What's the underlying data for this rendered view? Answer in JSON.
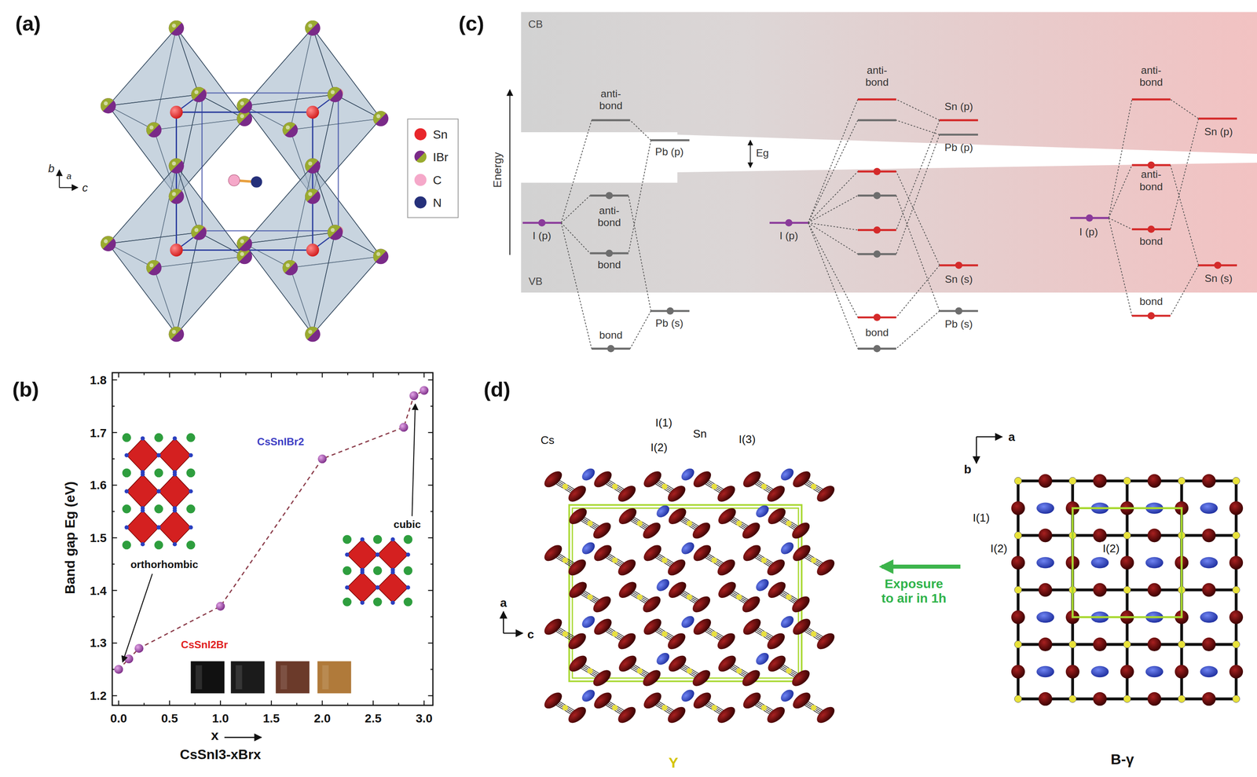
{
  "diagram": {
    "labels": [
      "(a)",
      "b",
      "a",
      "c",
      "(c)",
      "CB",
      "Energy",
      "Eg",
      "anti-bond",
      "anti-bond",
      "bond",
      "bond",
      "Pb (p)",
      "Pb (s)",
      "I (p)",
      "VB",
      "anti-bond",
      "Sn (p)",
      "Pb (p)",
      "I (p)",
      "bond",
      "Sn (s)",
      "Pb (s)",
      "anti-bond",
      "Sn (p)",
      "I (p)",
      "anti-bond",
      "bond",
      "bond",
      "Sn (s)",
      "(b)",
      "1.8",
      "1.7",
      "1.6",
      "1.5",
      "1.4",
      "1.3",
      "1.2",
      "Band gap Eg (eV)",
      "CsSnIBr2",
      "orthorhombic",
      "cubic",
      "CsSnI2Br",
      "0.0",
      "0.5",
      "1.0",
      "1.5",
      "2.0",
      "2.5",
      "3.0",
      "x",
      "CsSnI3-xBrx",
      "(d)",
      "Cs",
      "I(1)",
      "Sn",
      "I(3)",
      "I(2)",
      "a",
      "c",
      "Y",
      "Exposure to air in 1h",
      "a",
      "b",
      "I(1)",
      "I(2)",
      "I(2)",
      "B-γ"
    ],
    "legend": [
      {
        "text": "Sn",
        "color": "#e8262b"
      },
      {
        "text": "IBr"
      },
      {
        "text": "C",
        "color": "#f5a8c9"
      },
      {
        "text": "N",
        "color": "#25307a"
      }
    ]
  }
}
